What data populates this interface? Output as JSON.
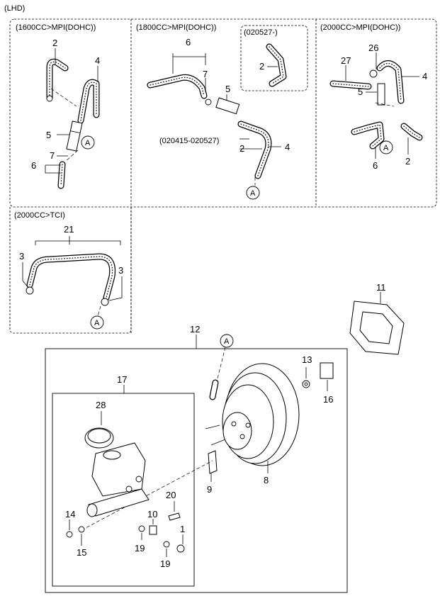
{
  "header": {
    "region": "(LHD)"
  },
  "panels": {
    "p1600": {
      "title": "(1600CC>MPI(DOHC))"
    },
    "p1800": {
      "title": "(1800CC>MPI(DOHC))",
      "inset_title": "(020527-)",
      "range_label": "(020415-020527)"
    },
    "p2000": {
      "title": "(2000CC>MPI(DOHC))"
    },
    "ptci": {
      "title": "(2000CC>TCI)"
    }
  },
  "ref_marker": "A",
  "callouts": {
    "p1600": {
      "n2": "2",
      "n4": "4",
      "n5": "5",
      "n7": "7",
      "n6": "6"
    },
    "p1800": {
      "n6": "6",
      "n7": "7",
      "n5": "5",
      "n2a": "2",
      "n2b": "2",
      "n4": "4"
    },
    "p2000": {
      "n26": "26",
      "n27": "27",
      "n4": "4",
      "n5": "5",
      "n6": "6",
      "n2": "2"
    },
    "ptci": {
      "n21": "21",
      "n3a": "3",
      "n3b": "3"
    },
    "main": {
      "n11": "11",
      "n12": "12",
      "n13": "13",
      "n16": "16",
      "n17": "17",
      "n28": "28",
      "n8": "8",
      "n9": "9",
      "n20": "20",
      "n10": "10",
      "n14": "14",
      "n15": "15",
      "n19a": "19",
      "n19b": "19",
      "n1": "1"
    }
  }
}
